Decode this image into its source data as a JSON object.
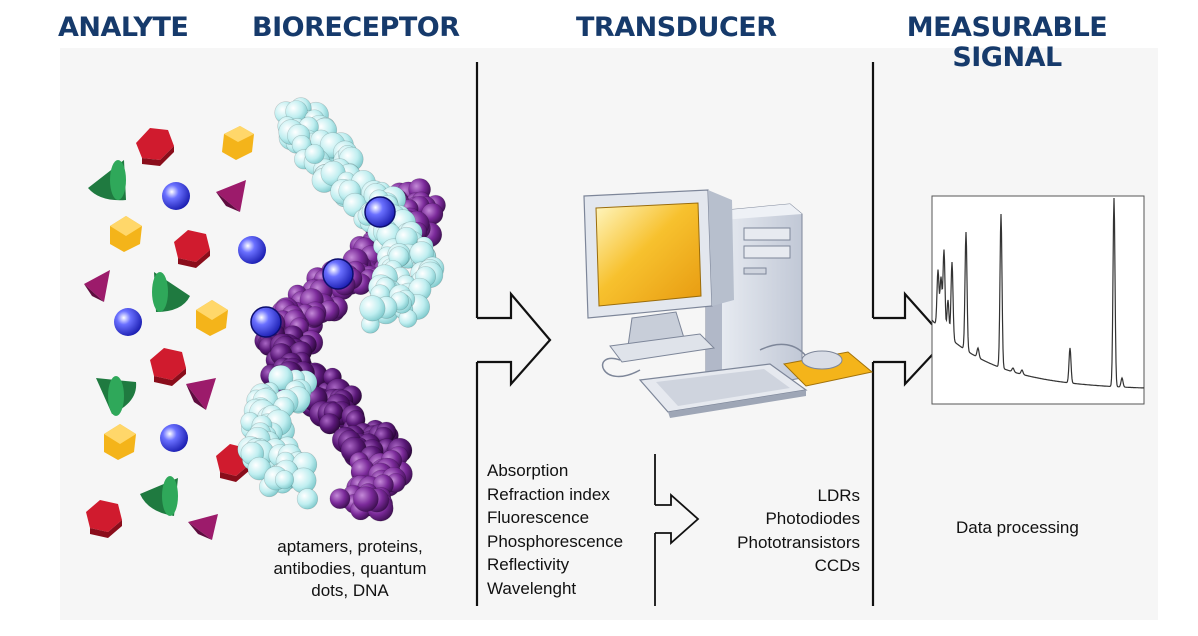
{
  "headings": {
    "analyte": "ANALYTE",
    "bioreceptor": "BIORECEPTOR",
    "transducer": "TRANSDUCER",
    "signal_line1": "MEASURABLE",
    "signal_line2": "SIGNAL"
  },
  "bioreceptor_caption": [
    "aptamers, proteins,",
    "antibodies, quantum",
    "dots, DNA"
  ],
  "transducer_inputs": [
    "Absorption",
    "Refraction index",
    "Fluorescence",
    "Phosphorescence",
    "Reflectivity",
    "Wavelenght"
  ],
  "transducer_outputs": [
    "LDRs",
    "Photodiodes",
    "Phototransistors",
    "CCDs"
  ],
  "signal_caption": "Data processing",
  "colors": {
    "heading": "#163a6b",
    "analyte_red": "#d01b2e",
    "analyte_yellow": "#f4b41a",
    "analyte_green": "#1f7a40",
    "analyte_magenta": "#9c1b6b",
    "analyte_blue": "#2a2fd8",
    "dna_cyan": "#b9ecef",
    "dna_purple": "#7b2a9a",
    "monitor_screen": "#f7c12e"
  }
}
